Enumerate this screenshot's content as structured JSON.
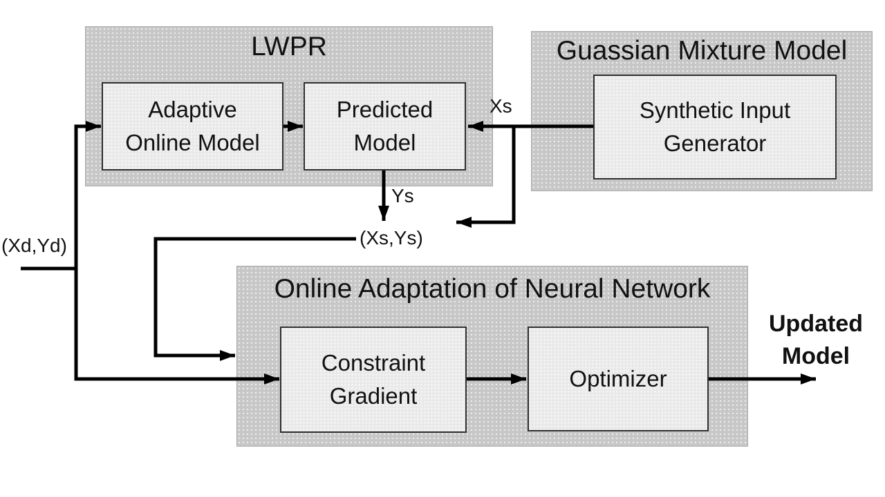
{
  "colors": {
    "canvas_bg": "#ffffff",
    "container_fill": "#c7c7c7",
    "container_border": "#a9a9a9",
    "container_dot": "#ededed",
    "box_fill": "#e9e9e9",
    "box_border": "#2f2f2f",
    "box_dot": "#fbfbfb",
    "text": "#111111",
    "arrow": "#000000"
  },
  "lwpr": {
    "title": "LWPR",
    "adaptive_line1": "Adaptive",
    "adaptive_line2": "Online Model",
    "predicted_line1": "Predicted",
    "predicted_line2": "Model"
  },
  "gmm": {
    "title": "Guassian Mixture Model",
    "generator_line1": "Synthetic Input",
    "generator_line2": "Generator"
  },
  "oann": {
    "title": "Online Adaptation of Neural Network",
    "constraint_line1": "Constraint",
    "constraint_line2": "Gradient",
    "optimizer": "Optimizer"
  },
  "labels": {
    "xs": "Xs",
    "ys": "Ys",
    "xs_ys": "(Xs,Ys)",
    "xd_yd": "(Xd,Yd)",
    "updated_line1": "Updated",
    "updated_line2": "Model"
  }
}
